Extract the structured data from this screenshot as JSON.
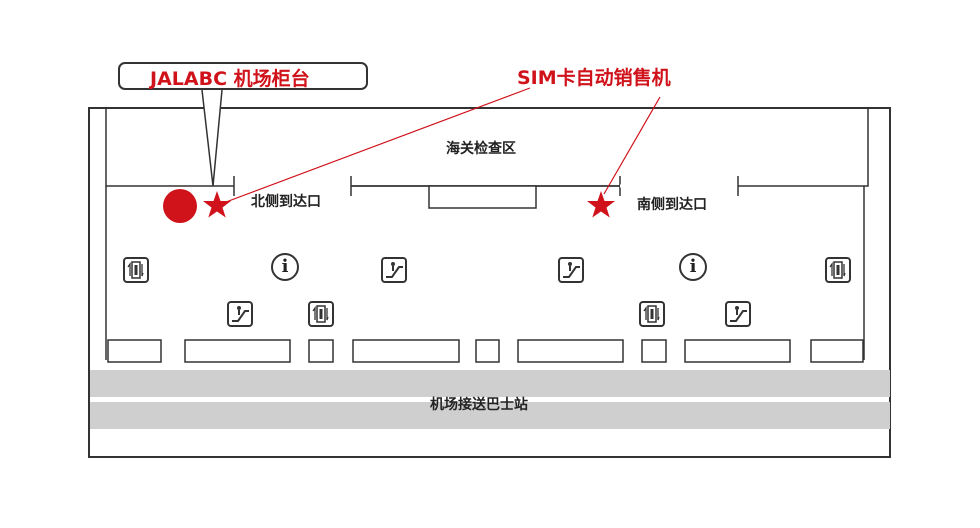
{
  "callouts": {
    "jal_counter": "JALABC 机场柜台",
    "sim_machine": "SIM卡自动销售机"
  },
  "areas": {
    "customs": "海关检查区",
    "north_exit": "北侧到达口",
    "south_exit": "南侧到达口",
    "bus_station": "机场接送巴士站"
  },
  "colors": {
    "accent_red": "#d0121b",
    "road_gray": "#cfcfcf",
    "outline": "#333333"
  },
  "icons": {
    "elevator": "elevator-icon",
    "escalator": "escalator-icon",
    "information": "information-icon",
    "info_glyph": "i"
  }
}
